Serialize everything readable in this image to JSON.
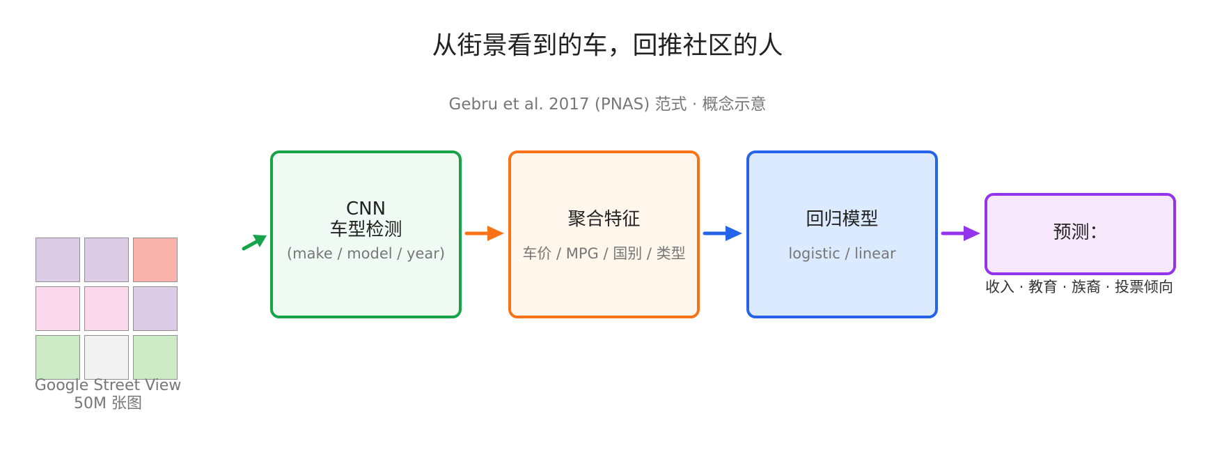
{
  "title": "从街景看到的车，回推社区的人",
  "subtitle": "Gebru et al. 2017 (PNAS) 范式 · 概念示意",
  "source": {
    "line1": "Google Street View",
    "line2": "50M 张图",
    "cell_colors": [
      "#dccbe4",
      "#dccbe4",
      "#fab3ab",
      "#fcd9ec",
      "#fcd9ec",
      "#dccbe4",
      "#ccebc5",
      "#f2f2f2",
      "#ccebc5"
    ]
  },
  "steps": [
    {
      "title_line1": "CNN",
      "title_line2": "车型检测",
      "detail": "(make / model / year)",
      "color": "#16a34a",
      "fill": "#effbf2"
    },
    {
      "title": "聚合特征",
      "detail": "车价 / MPG / 国别 / 类型",
      "color": "#f97316",
      "fill": "#fff6ec"
    },
    {
      "title": "回归模型",
      "detail": "logistic / linear",
      "color": "#2563eb",
      "fill": "#dbeafe"
    },
    {
      "title": "预测：",
      "outcomes": "收入 · 教育 · 族裔 · 投票倾向",
      "color": "#9333ea",
      "fill": "#f8e8fc"
    }
  ]
}
